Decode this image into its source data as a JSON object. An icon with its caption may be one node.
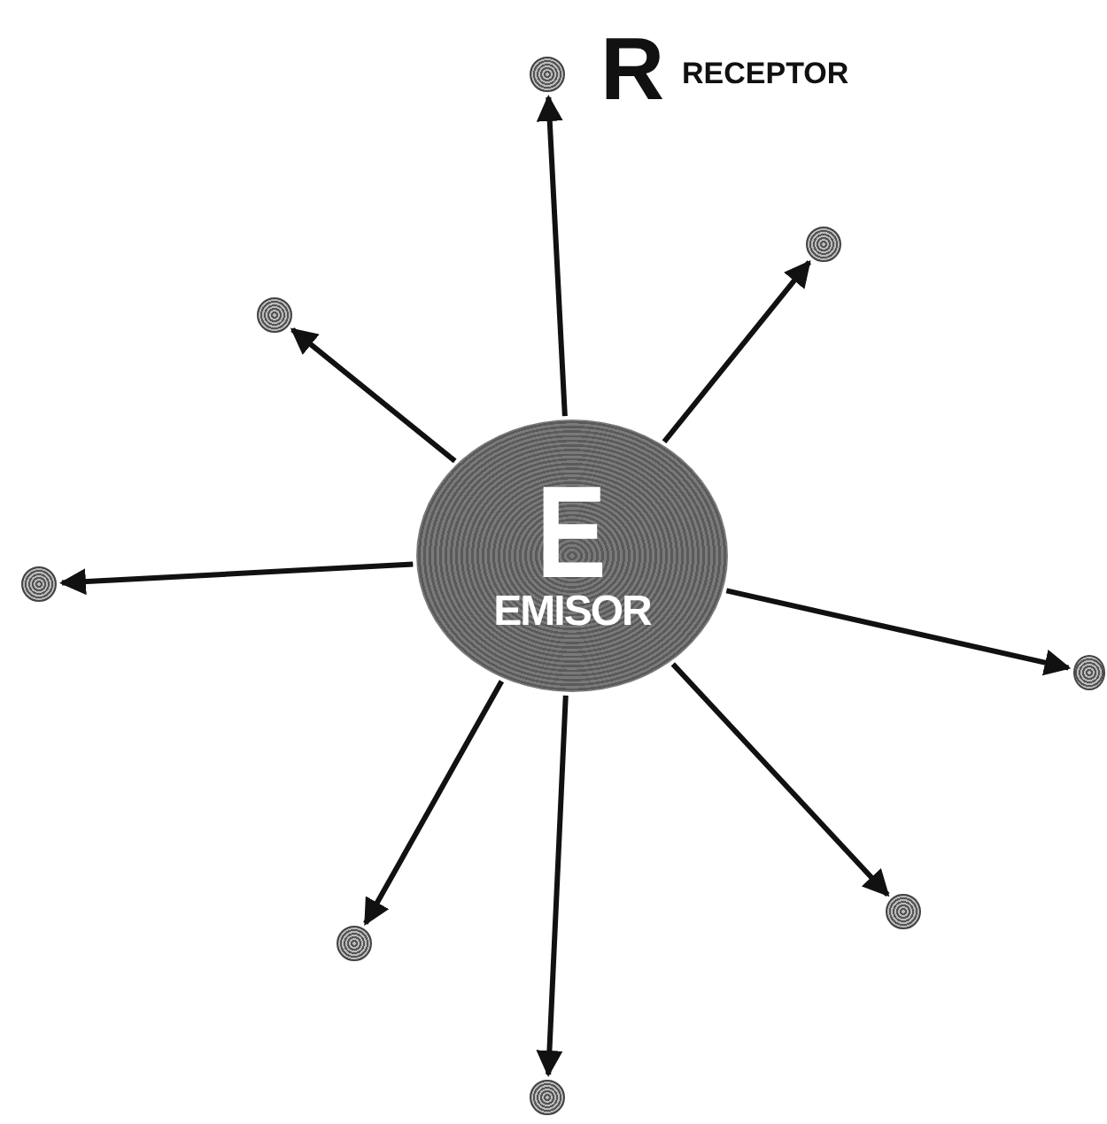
{
  "diagram": {
    "nodes": [
      {
        "text": [
          "E",
          "EMISOR"
        ]
      },
      {
        "text": [],
        "shape": "circle",
        "beside": [
          "R",
          "RECEPTOR"
        ]
      },
      {
        "text": [],
        "shape": "circle"
      },
      {
        "text": [],
        "shape": "circle"
      },
      {
        "text": [],
        "shape": "circle"
      },
      {
        "text": [],
        "shape": "circle"
      },
      {
        "text": [],
        "shape": "circle"
      },
      {
        "text": [],
        "shape": "circle"
      },
      {
        "text": [],
        "shape": "circle"
      }
    ],
    "edges": [
      {
        "from": 0,
        "to": 1,
        "arrow": "to"
      },
      {
        "from": 0,
        "to": 2,
        "arrow": "to"
      },
      {
        "from": 0,
        "to": 3,
        "arrow": "to"
      },
      {
        "from": 0,
        "to": 4,
        "arrow": "to"
      },
      {
        "from": 0,
        "to": 5,
        "arrow": "to"
      },
      {
        "from": 0,
        "to": 6,
        "arrow": "to"
      },
      {
        "from": 0,
        "to": 7,
        "arrow": "to"
      },
      {
        "from": 0,
        "to": 8,
        "arrow": "to"
      }
    ]
  }
}
